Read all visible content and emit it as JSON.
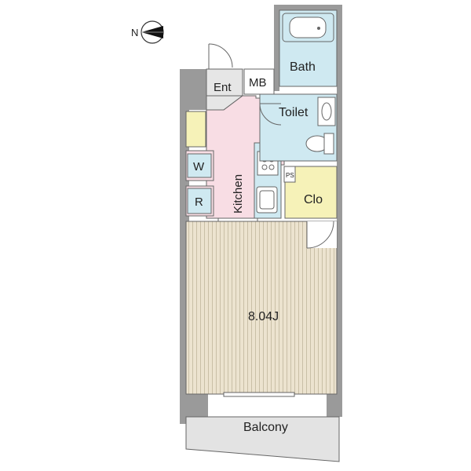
{
  "compass": {
    "label": "N"
  },
  "rooms": {
    "bath": "Bath",
    "ent": "Ent",
    "mb": "MB",
    "toilet": "Toilet",
    "kitchen": "Kitchen",
    "w": "W",
    "r": "R",
    "ps": "PS",
    "clo": "Clo",
    "living": "8.04J",
    "balcony": "Balcony"
  },
  "colors": {
    "bath_fill": "#cfe9f1",
    "kitchen_fill": "#f8dde4",
    "closet_fill": "#f6f2b8",
    "floor_fill": "#ece3cf",
    "floor_stripe": "#c9bfa6",
    "wall": "#9a9a9a",
    "balcony_fill": "#e3e3e3"
  },
  "icons": [
    "compass-icon",
    "bathtub-icon",
    "toilet-icon",
    "washbasin-icon",
    "stove-icon",
    "sink-icon"
  ]
}
